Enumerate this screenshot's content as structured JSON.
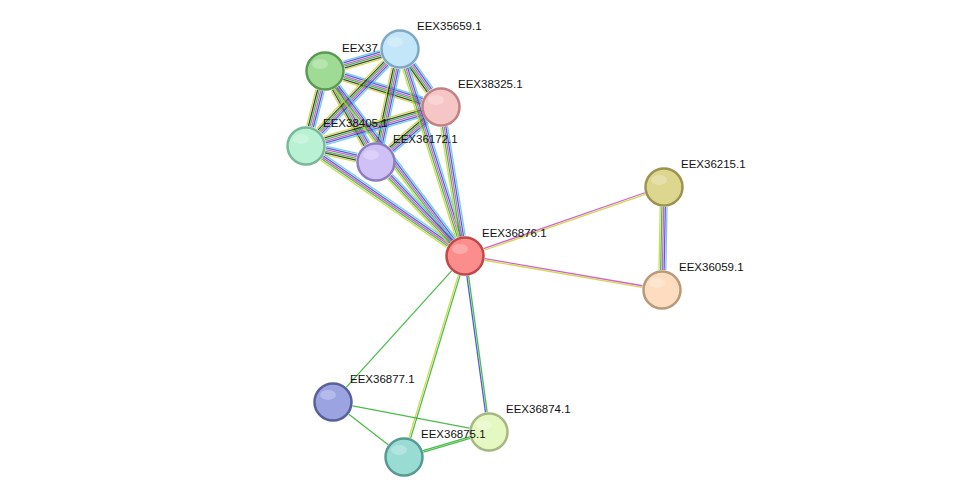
{
  "diagram": {
    "nodes": [
      {
        "text": [
          "EEX37"
        ]
      },
      {
        "text": [
          "EEX35659.1"
        ]
      },
      {
        "text": [
          "EEX38325.1"
        ]
      },
      {
        "text": [
          "EEX38405.1"
        ]
      },
      {
        "text": [
          "EEX36172.1"
        ]
      },
      {
        "text": [
          "EEX36215.1"
        ]
      },
      {
        "text": [
          "EEX36876.1"
        ]
      },
      {
        "text": [
          "EEX36059.1"
        ]
      },
      {
        "text": [
          "EEX36877.1"
        ]
      },
      {
        "text": [
          "EEX36874.1"
        ]
      },
      {
        "text": [
          "EEX36875.1"
        ]
      }
    ],
    "edges": [
      {
        "from": 0,
        "to": 1,
        "arrow": "none"
      },
      {
        "from": 0,
        "to": 2,
        "arrow": "none"
      },
      {
        "from": 0,
        "to": 3,
        "arrow": "none"
      },
      {
        "from": 0,
        "to": 4,
        "arrow": "none"
      },
      {
        "from": 1,
        "to": 2,
        "arrow": "none"
      },
      {
        "from": 1,
        "to": 3,
        "arrow": "none"
      },
      {
        "from": 1,
        "to": 4,
        "arrow": "none"
      },
      {
        "from": 2,
        "to": 3,
        "arrow": "none"
      },
      {
        "from": 2,
        "to": 4,
        "arrow": "none"
      },
      {
        "from": 3,
        "to": 4,
        "arrow": "none"
      },
      {
        "from": 0,
        "to": 6,
        "arrow": "none"
      },
      {
        "from": 1,
        "to": 6,
        "arrow": "none"
      },
      {
        "from": 2,
        "to": 6,
        "arrow": "none"
      },
      {
        "from": 3,
        "to": 6,
        "arrow": "none"
      },
      {
        "from": 4,
        "to": 6,
        "arrow": "none"
      },
      {
        "from": 6,
        "to": 5,
        "arrow": "none"
      },
      {
        "from": 6,
        "to": 7,
        "arrow": "none"
      },
      {
        "from": 5,
        "to": 7,
        "arrow": "none"
      },
      {
        "from": 6,
        "to": 8,
        "arrow": "none"
      },
      {
        "from": 6,
        "to": 10,
        "arrow": "none"
      },
      {
        "from": 6,
        "to": 9,
        "arrow": "none"
      },
      {
        "from": 8,
        "to": 10,
        "arrow": "none"
      },
      {
        "from": 8,
        "to": 9,
        "arrow": "none"
      },
      {
        "from": 10,
        "to": 9,
        "arrow": "none"
      }
    ]
  }
}
